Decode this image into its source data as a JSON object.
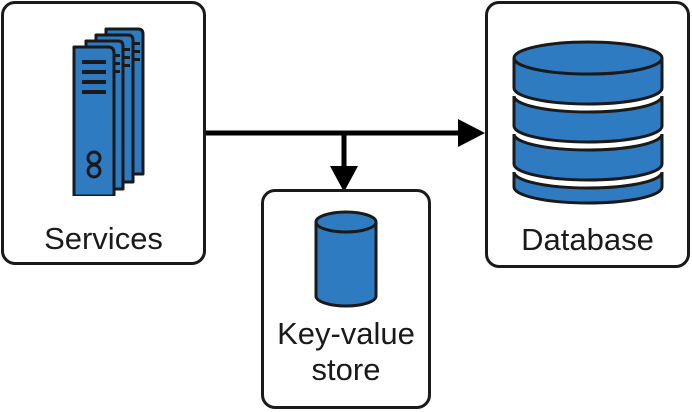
{
  "diagram": {
    "nodes": [
      {
        "id": "services",
        "label": "Services",
        "icon": "server-rack-icon"
      },
      {
        "id": "kv_store",
        "label": "Key-value\nstore",
        "icon": "cylinder-icon"
      },
      {
        "id": "database",
        "label": "Database",
        "icon": "stacked-database-icon"
      }
    ],
    "edges": [
      {
        "from": "services",
        "to": "database"
      },
      {
        "from": "services",
        "to": "kv_store"
      }
    ]
  },
  "colors": {
    "icon_fill": "#2f7bc2",
    "outline": "#1a1a1a",
    "background": "#ffffff"
  }
}
